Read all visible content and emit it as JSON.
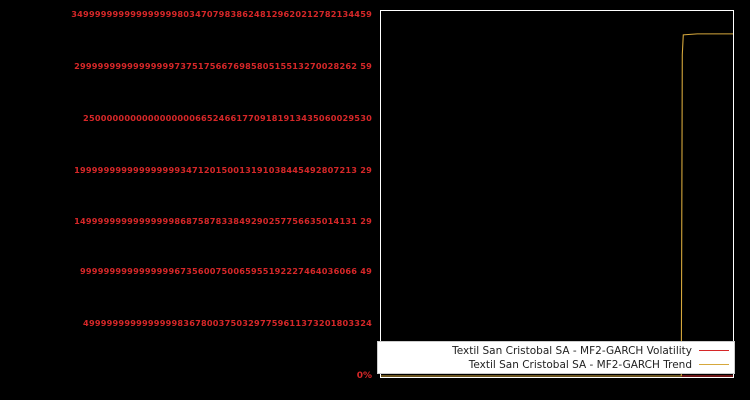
{
  "figure": {
    "background_color": "#000000",
    "axes_background_color": "#000000",
    "axes_edge_color": "#ffffff",
    "tick_label_color": "#d62728",
    "legend_background_color": "#ffffff",
    "legend_text_color": "#222222"
  },
  "chart_data": {
    "type": "line",
    "title": "",
    "xlabel": "",
    "ylabel": "",
    "grid": false,
    "legend_position": "lower center",
    "ylim": [
      0,
      3700000000000000000000000000000000000000000000000
    ],
    "xlim": [
      0,
      1
    ],
    "ytick_labels": [
      "349999999999999999803470798386248129620212782134459",
      "299999999999999997375175667698580515513270028262 59",
      "2500000000000000000665246617709181913435060029530",
      "199999999999999999347120150013191038445492807213 29",
      "149999999999999998687587833849290257756635014131 29",
      "99999999999999996735600750065955192227464036066 49",
      "4999999999999999836780037503297759611373201803324"
    ],
    "ytick_positions_pct": [
      3.8,
      16.8,
      29.8,
      42.8,
      55.3,
      68.3,
      80.8
    ],
    "zero_tick_label": "0%",
    "series": [
      {
        "name": "Textil San Cristobal SA - MF2-GARCH Volatility",
        "color": "#d62728",
        "x": [
          0.0,
          0.2,
          0.4,
          0.6,
          0.8,
          0.855,
          0.862,
          0.9,
          1.0
        ],
        "y": [
          0.0,
          0.0,
          0.0,
          0.0,
          0.0,
          0.0,
          0.0,
          0.0,
          0.0
        ]
      },
      {
        "name": "Textil San Cristobal SA - MF2-GARCH Trend",
        "color": "#d6a83c",
        "x": [
          0.0,
          0.5,
          0.8,
          0.853,
          0.856,
          0.86,
          0.9,
          0.95,
          1.0
        ],
        "y": [
          0.0,
          0.0,
          0.0,
          0.0,
          0.88,
          0.955,
          0.957,
          0.957,
          0.957
        ]
      }
    ]
  },
  "legend": {
    "entries": [
      {
        "label": "Textil San Cristobal SA - MF2-GARCH Volatility",
        "color": "#d62728"
      },
      {
        "label": "Textil San Cristobal SA - MF2-GARCH Trend",
        "color": "#d6a83c"
      }
    ]
  }
}
